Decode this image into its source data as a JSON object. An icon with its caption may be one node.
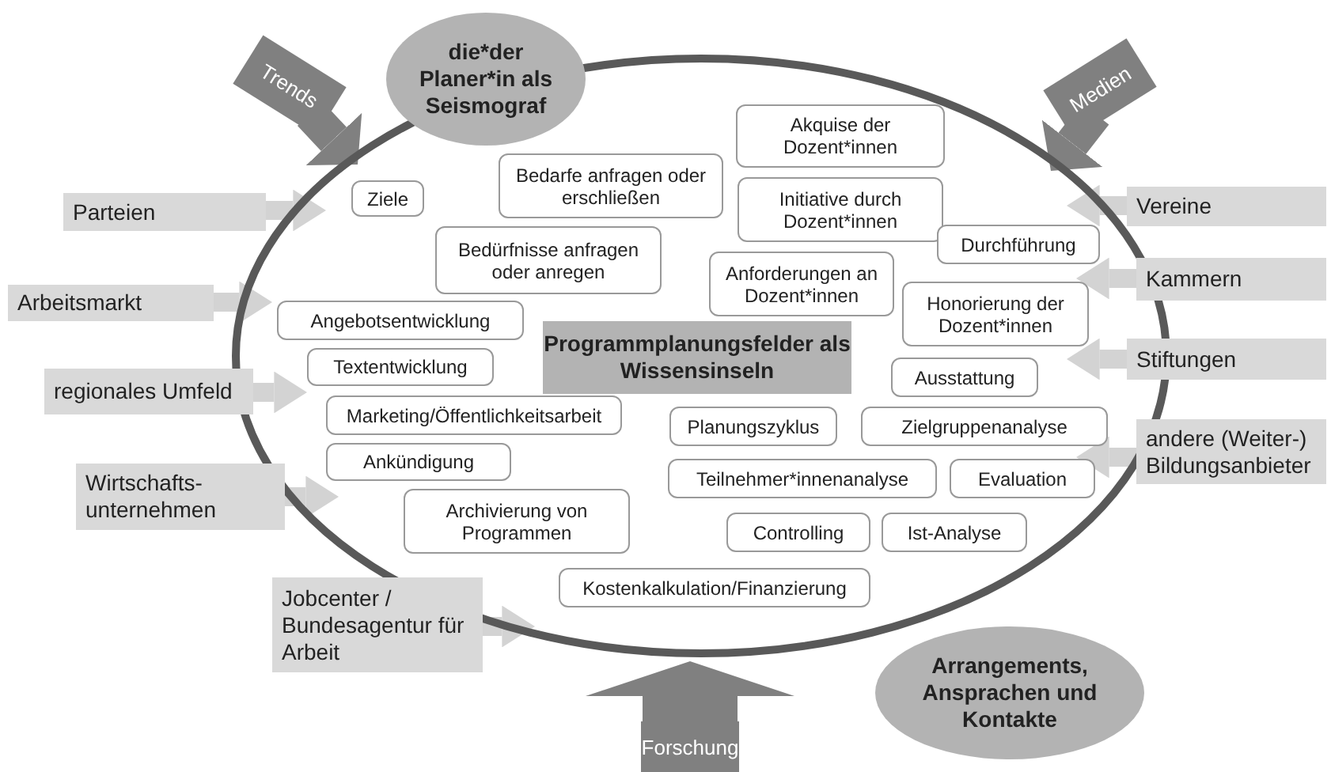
{
  "diagram": {
    "nodes": [
      {
        "text": [],
        "shape": "ellipse"
      },
      {
        "text": [
          "Trends"
        ]
      },
      {
        "text": [
          "die*der Planer*in als Seismograf"
        ]
      },
      {
        "text": [
          "Medien"
        ]
      },
      {
        "text": [
          "Akquise der Dozent*innen"
        ],
        "in": 0
      },
      {
        "text": [
          "Bedarfe anfragen oder erschließen"
        ],
        "in": 0
      },
      {
        "text": [
          "Ziele"
        ],
        "in": 0
      },
      {
        "text": [
          "Parteien"
        ]
      },
      {
        "text": [
          "Initiative durch Dozent*innen"
        ],
        "in": 0
      },
      {
        "text": [
          "Vereine"
        ]
      },
      {
        "text": [
          "Durchführung"
        ],
        "in": 0
      },
      {
        "text": [
          "Bedürfnisse anfragen oder anregen"
        ],
        "in": 0
      },
      {
        "text": [
          "Anforderungen an Dozent*innen"
        ],
        "in": 0
      },
      {
        "text": [
          "Kammern"
        ]
      },
      {
        "text": [
          "Arbeitsmarkt"
        ]
      },
      {
        "text": [
          "Honorierung der Dozent*innen"
        ],
        "in": 0
      },
      {
        "text": [
          "Angebotsentwicklung"
        ],
        "in": 0
      },
      {
        "text": [
          "Programmplanungsfelder als Wissensinseln"
        ],
        "in": 0
      },
      {
        "text": [
          "Textentwicklung"
        ],
        "in": 0
      },
      {
        "text": [
          "Ausstattung"
        ],
        "in": 0
      },
      {
        "text": [
          "Stiftungen"
        ]
      },
      {
        "text": [
          "regionales Umfeld"
        ]
      },
      {
        "text": [
          "Marketing/Öffentlichkeitsarbeit"
        ],
        "in": 0
      },
      {
        "text": [
          "Planungszyklus"
        ],
        "in": 0
      },
      {
        "text": [
          "Zielgruppenanalyse"
        ],
        "in": 0
      },
      {
        "text": [
          "andere (Weiter-) Bildungsanbieter"
        ]
      },
      {
        "text": [
          "Ankündigung"
        ],
        "in": 0
      },
      {
        "text": [
          "Teilnehmer*innenanalyse"
        ],
        "in": 0
      },
      {
        "text": [
          "Evaluation"
        ],
        "in": 0
      },
      {
        "text": [
          "Wirtschafts- unternehmen"
        ]
      },
      {
        "text": [
          "Archivierung von Programmen"
        ],
        "in": 0
      },
      {
        "text": [
          "Controlling"
        ],
        "in": 0
      },
      {
        "text": [
          "Ist-Analyse"
        ],
        "in": 0
      },
      {
        "text": [
          "Kostenkalkulation/Finanzierung"
        ],
        "in": 0
      },
      {
        "text": [
          "Jobcenter / Bundesagentur für Arbeit"
        ]
      },
      {
        "text": [
          "Arrangements, Ansprachen und Kontakte"
        ]
      },
      {
        "text": [
          "Forschung"
        ]
      }
    ],
    "edges": [
      {
        "from": 1,
        "to": 0,
        "arrow": "to",
        "style": "thick",
        "color": "#808080"
      },
      {
        "from": 3,
        "to": 0,
        "arrow": "to",
        "style": "thick",
        "color": "#808080"
      },
      {
        "from": 7,
        "to": 0,
        "arrow": "to"
      },
      {
        "from": 9,
        "to": 0,
        "arrow": "to"
      },
      {
        "from": 13,
        "to": 0,
        "arrow": "to"
      },
      {
        "from": 14,
        "to": 0,
        "arrow": "to"
      },
      {
        "from": 20,
        "to": 0,
        "arrow": "to"
      },
      {
        "from": 21,
        "to": 0,
        "arrow": "to"
      },
      {
        "from": 25,
        "to": 0,
        "arrow": "to"
      },
      {
        "from": 29,
        "to": 0,
        "arrow": "to"
      },
      {
        "from": 34,
        "to": 0,
        "arrow": "to"
      },
      {
        "from": 36,
        "to": 0,
        "arrow": "to",
        "style": "thick",
        "color": "#808080"
      }
    ]
  }
}
